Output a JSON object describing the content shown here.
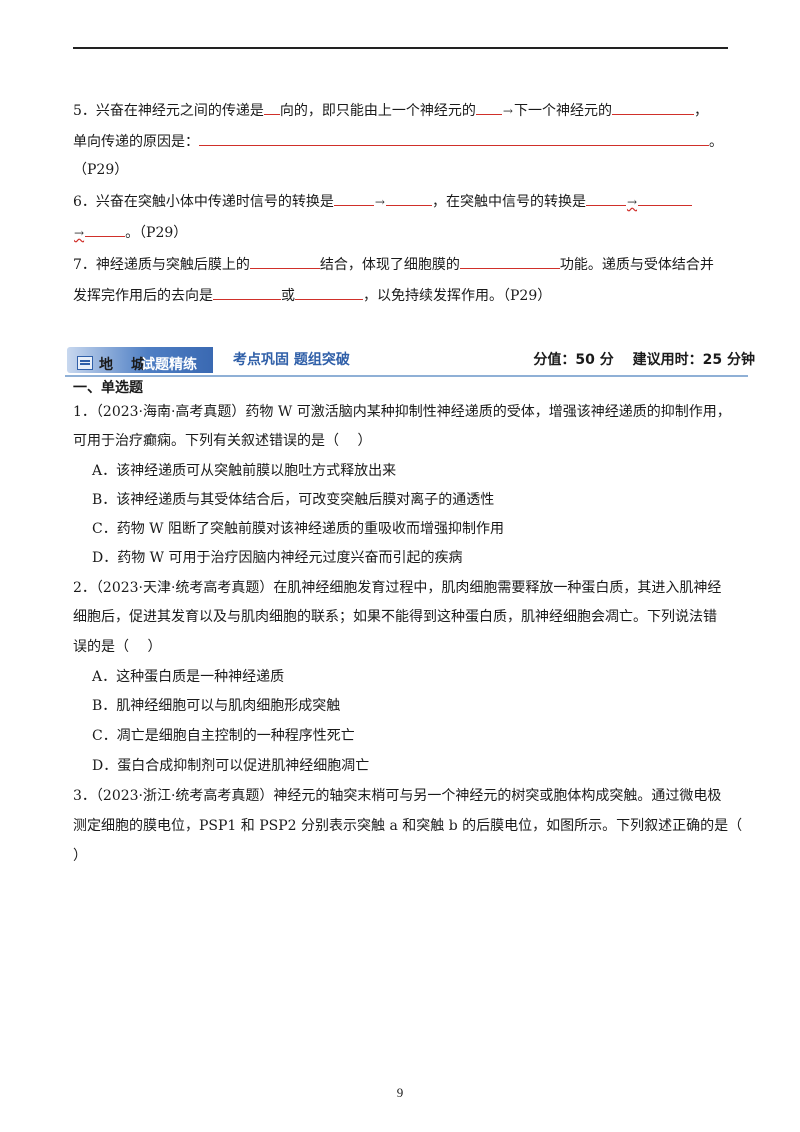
{
  "fill_items": {
    "q5": {
      "a": "5．兴奋在神经元之间的传递是",
      "b": "向的，即只能由上一个神经元的",
      "c": "下一个神经元的",
      "d": "，",
      "e": "单向传递的原因是：",
      "f": "。",
      "ref": "（P29）"
    },
    "q6": {
      "a": "6．兴奋在突触小体中传递时信号的转换是",
      "b": "，在突触中信号的转换是",
      "c": "。（P29）"
    },
    "q7": {
      "a": "7．神经递质与突触后膜上的",
      "b": "结合，体现了细胞膜的",
      "c": "功能。递质与受体结合并",
      "d": "发挥完作用后的去向是",
      "e": "或",
      "f": "，以免持续发挥作用。（P29）"
    }
  },
  "banner": {
    "label_part1": "地　城",
    "label_part2": "试题精练",
    "subtitle": "考点巩固  题组突破",
    "score_time": "分值：50 分　 建议用时：25 分钟"
  },
  "section_title": "一、单选题",
  "questions": [
    {
      "stem_lines": [
        "1．（2023·海南·高考真题）药物 W 可激活脑内某种抑制性神经递质的受体，增强该神经递质的抑制作用，",
        "可用于治疗癫痫。下列有关叙述错误的是（　 ）"
      ],
      "options": [
        "A．该神经递质可从突触前膜以胞吐方式释放出来",
        "B．该神经递质与其受体结合后，可改变突触后膜对离子的通透性",
        "C．药物 W 阻断了突触前膜对该神经递质的重吸收而增强抑制作用",
        "D．药物 W 可用于治疗因脑内神经元过度兴奋而引起的疾病"
      ]
    },
    {
      "stem_lines": [
        "2．（2023·天津·统考高考真题）在肌神经细胞发育过程中，肌肉细胞需要释放一种蛋白质，其进入肌神经",
        "细胞后，促进其发育以及与肌肉细胞的联系；如果不能得到这种蛋白质，肌神经细胞会凋亡。下列说法错",
        "误的是（　 ）"
      ],
      "options": [
        "A．这种蛋白质是一种神经递质",
        "B．肌神经细胞可以与肌肉细胞形成突触",
        "C．凋亡是细胞自主控制的一种程序性死亡",
        "D．蛋白合成抑制剂可以促进肌神经细胞凋亡"
      ]
    },
    {
      "stem_lines": [
        "3．（2023·浙江·统考高考真题）神经元的轴突末梢可与另一个神经元的树突或胞体构成突触。通过微电极",
        "测定细胞的膜电位，PSP1 和 PSP2 分别表示突触 a 和突触 b 的后膜电位，如图所示。下列叙述正确的是（",
        "）"
      ],
      "options": []
    }
  ],
  "page_number": "9",
  "colors": {
    "blank_underline": "#d0302a",
    "banner_blue": "#2f5fa8"
  }
}
